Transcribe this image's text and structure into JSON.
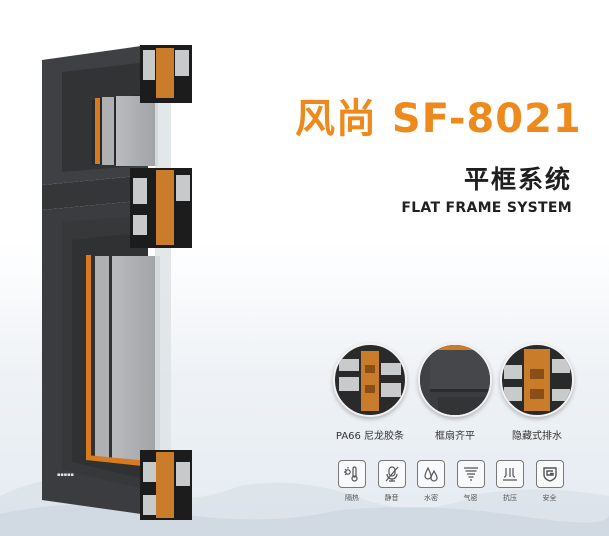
{
  "header": {
    "title": "风尚 SF-8021",
    "subtitle": "平框系统",
    "subtitle_en": "FLAT FRAME SYSTEM"
  },
  "product_image": {
    "description": "cross-section of dark gray aluminum window frame with orange thermal break strips and double glazing"
  },
  "features": [
    {
      "label": "PA66 尼龙胶条",
      "icon": "thermal-break-detail"
    },
    {
      "label": "框扇齐平",
      "icon": "flush-frame-detail"
    },
    {
      "label": "隐藏式排水",
      "icon": "hidden-drainage-detail"
    }
  ],
  "properties": [
    {
      "label": "隔热",
      "icon": "thermometer-sun-icon"
    },
    {
      "label": "静音",
      "icon": "mute-microphone-icon"
    },
    {
      "label": "水密",
      "icon": "water-drops-icon"
    },
    {
      "label": "气密",
      "icon": "tornado-icon"
    },
    {
      "label": "抗压",
      "icon": "pressure-icon"
    },
    {
      "label": "安全",
      "icon": "shield-icon"
    }
  ],
  "colors": {
    "accent": "#ee8a1c",
    "frame": "#3a3b3d",
    "text": "#1f1f1f"
  }
}
